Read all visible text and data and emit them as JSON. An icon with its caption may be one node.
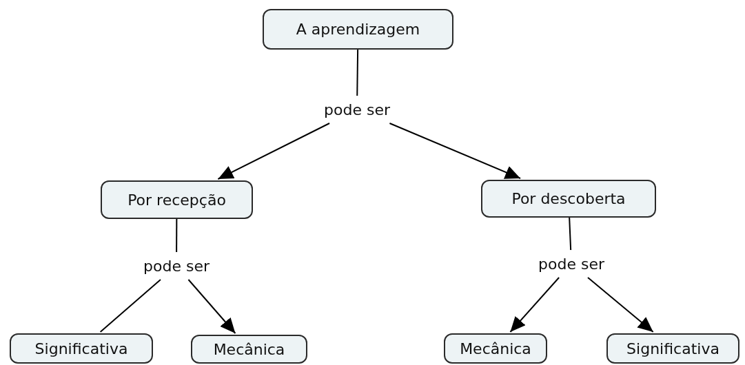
{
  "diagram": {
    "nodes": [
      {
        "text": [
          "A aprendizagem"
        ]
      },
      {
        "text": [
          "pode ser"
        ]
      },
      {
        "text": [
          "Por recepção"
        ]
      },
      {
        "text": [
          "Por descoberta"
        ]
      },
      {
        "text": [
          "pode ser"
        ]
      },
      {
        "text": [
          "pode ser"
        ]
      },
      {
        "text": [
          "Significativa"
        ]
      },
      {
        "text": [
          "Mecânica"
        ]
      },
      {
        "text": [
          "Mecânica"
        ]
      },
      {
        "text": [
          "Significativa"
        ]
      }
    ],
    "edges": [
      {
        "from": 0,
        "to": 1,
        "arrow": "none"
      },
      {
        "from": 1,
        "to": 2,
        "arrow": "to"
      },
      {
        "from": 1,
        "to": 3,
        "arrow": "to"
      },
      {
        "from": 2,
        "to": 4,
        "arrow": "none"
      },
      {
        "from": 4,
        "to": 6,
        "arrow": "none"
      },
      {
        "from": 4,
        "to": 7,
        "arrow": "to"
      },
      {
        "from": 3,
        "to": 5,
        "arrow": "none"
      },
      {
        "from": 5,
        "to": 8,
        "arrow": "to"
      },
      {
        "from": 5,
        "to": 9,
        "arrow": "to"
      }
    ]
  }
}
